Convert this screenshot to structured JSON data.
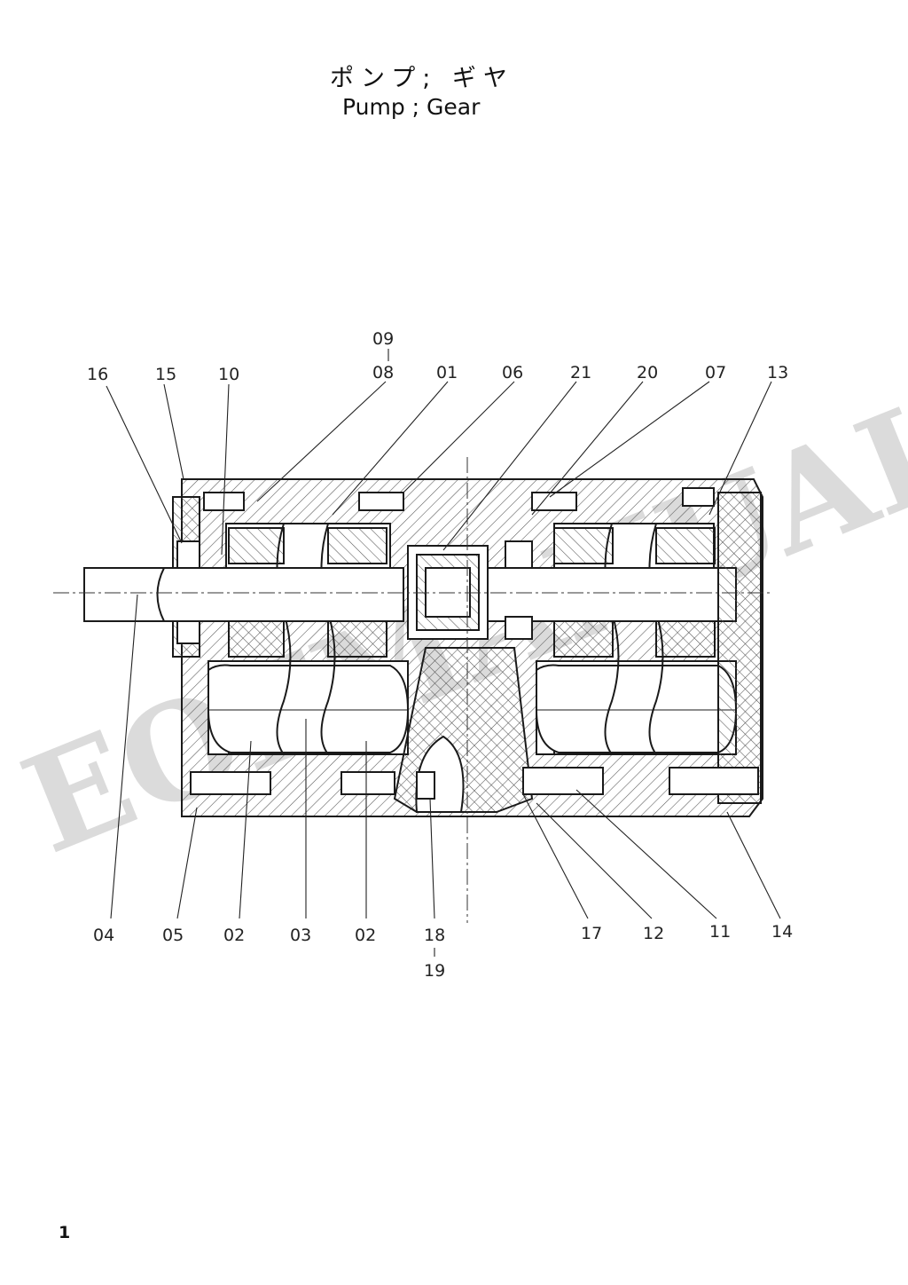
{
  "title": {
    "japanese": "ポンプ; ギヤ",
    "english": "Pump ; Gear"
  },
  "page_number": "1",
  "watermark": "EOFMANUAL",
  "labels_top": [
    "16",
    "15",
    "10",
    "09",
    "08",
    "01",
    "06",
    "21",
    "20",
    "07",
    "13"
  ],
  "labels_bottom": [
    "04",
    "05",
    "02",
    "03",
    "02",
    "18",
    "19",
    "17",
    "12",
    "11",
    "14"
  ],
  "colors": {
    "line": "#1a1a1a",
    "hatch": "#555555",
    "watermark": "#cfcfcf"
  }
}
